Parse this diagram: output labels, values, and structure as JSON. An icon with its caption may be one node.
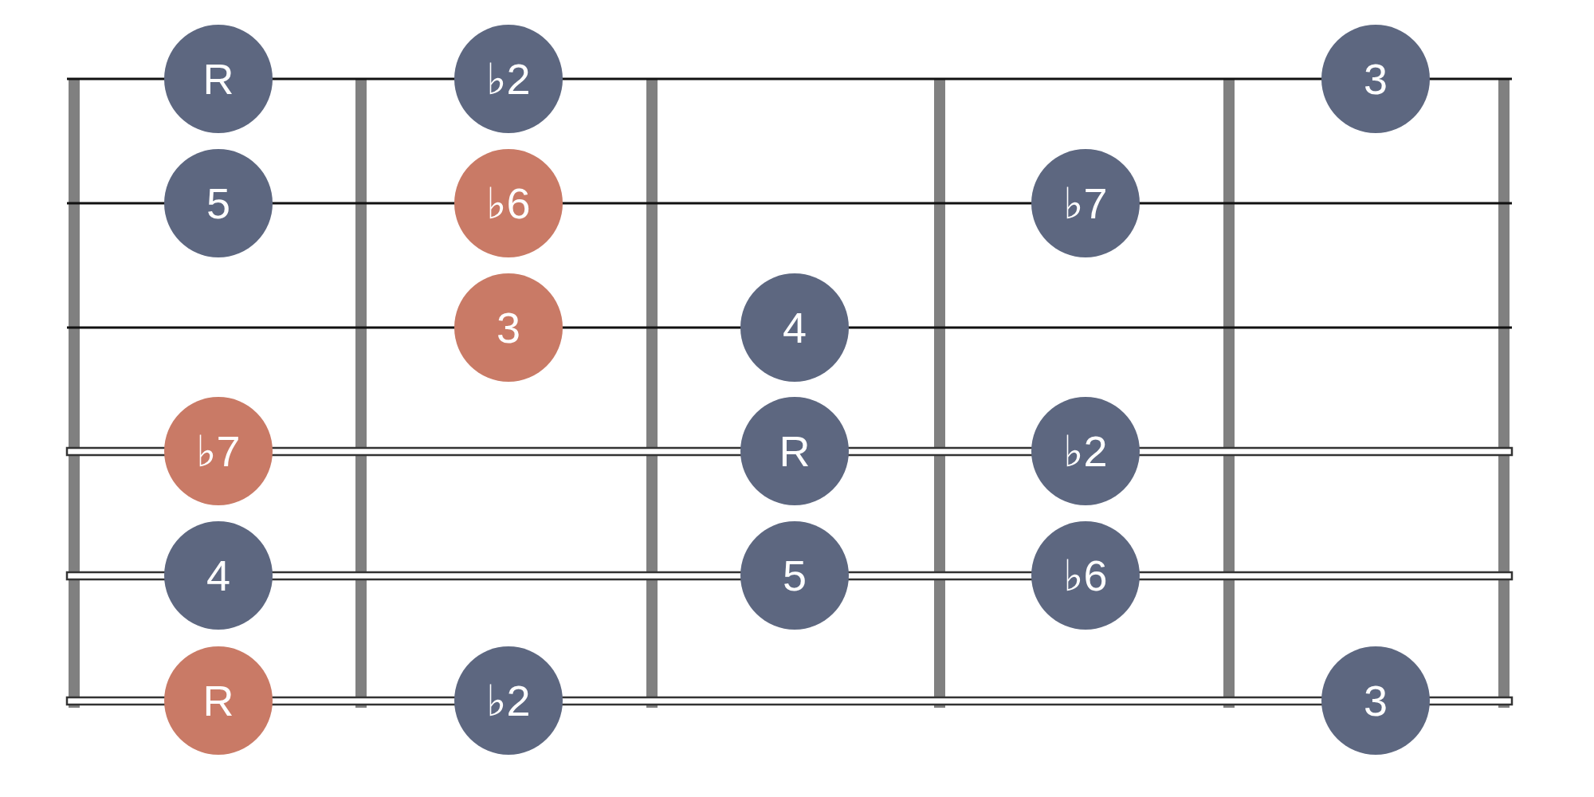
{
  "diagram": {
    "nodes": [
      {
        "text": [
          "R"
        ]
      },
      {
        "text": [
          "♭2"
        ]
      },
      {
        "text": [
          "3"
        ]
      },
      {
        "text": [
          "5"
        ]
      },
      {
        "text": [
          "♭6"
        ]
      },
      {
        "text": [
          "♭7"
        ]
      },
      {
        "text": [
          "3"
        ]
      },
      {
        "text": [
          "4"
        ]
      },
      {
        "text": [
          "♭7"
        ]
      },
      {
        "text": [
          "R"
        ]
      },
      {
        "text": [
          "♭2"
        ]
      },
      {
        "text": [
          "4"
        ]
      },
      {
        "text": [
          "5"
        ]
      },
      {
        "text": [
          "♭6"
        ]
      },
      {
        "text": [
          "R"
        ]
      },
      {
        "text": [
          "♭2"
        ]
      },
      {
        "text": [
          "3"
        ]
      }
    ]
  }
}
